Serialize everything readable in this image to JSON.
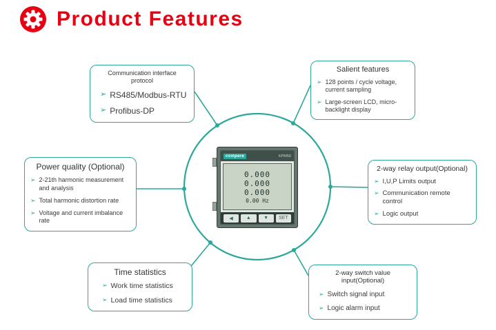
{
  "header": {
    "title": "Product Features"
  },
  "icons": {
    "bullet": "➢"
  },
  "colors": {
    "accent_red": "#e60012",
    "teal": "#2ba79b"
  },
  "device": {
    "brand": "compere",
    "model": "KPM50",
    "lcd_rows": [
      "0.000",
      "0.000",
      "0.000"
    ],
    "lcd_freq": "0.00 Hz",
    "buttons": [
      "◀",
      "▲",
      "▼",
      "SET"
    ]
  },
  "boxes": [
    {
      "id": "communication",
      "title": "Communication interface protocol",
      "items": [
        "RS485/Modbus-RTU",
        "Profibus-DP"
      ]
    },
    {
      "id": "salient",
      "title": "Salient features",
      "items": [
        "128 points / cycle voltage, current sampling",
        "Large-screen LCD, micro-backlight display"
      ]
    },
    {
      "id": "power-quality",
      "title": "Power quality (Optional)",
      "items": [
        "2-21th harmonic measurement and analysis",
        "Total harmonic distortion rate",
        "Voltage and current imbalance rate"
      ]
    },
    {
      "id": "relay-output",
      "title": "2-way relay output(Optional)",
      "items": [
        "I,U,P Limits output",
        "Communication remote control",
        "Logic output"
      ]
    },
    {
      "id": "time-statistics",
      "title": "Time statistics",
      "items": [
        "Work time statistics",
        "Load time statistics"
      ]
    },
    {
      "id": "switch-input",
      "title": "2-way switch value input(Optional)",
      "items": [
        "Switch signal input",
        "Logic alarm input"
      ]
    }
  ]
}
